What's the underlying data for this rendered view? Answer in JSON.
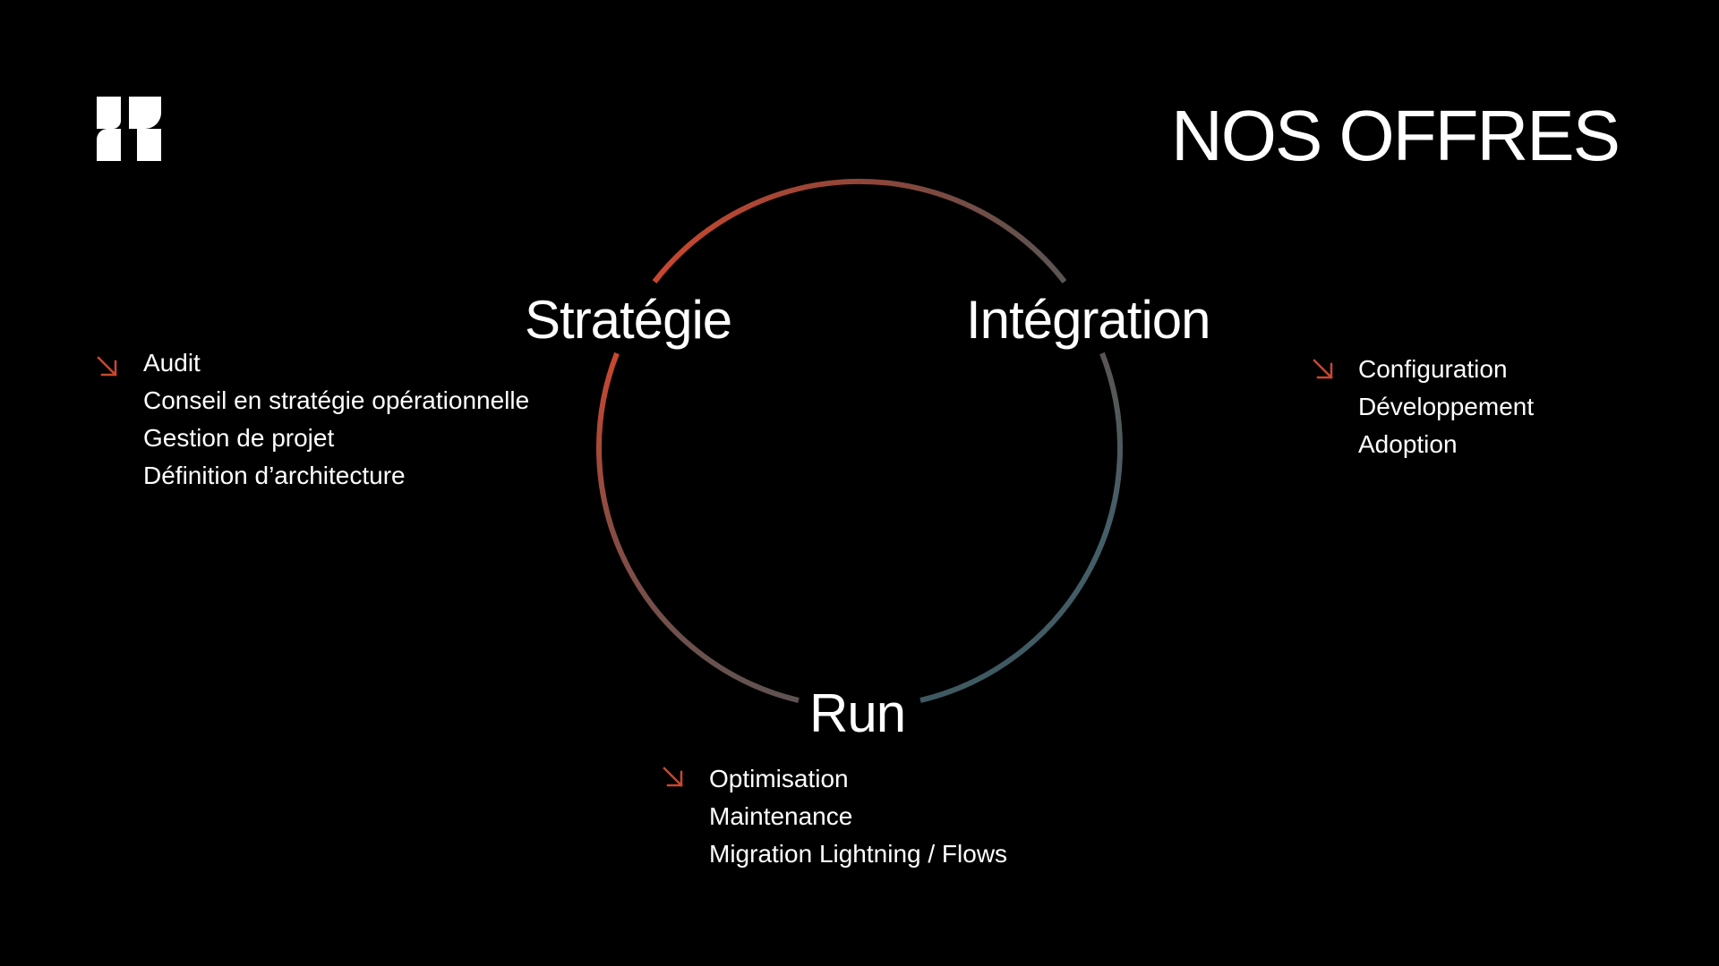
{
  "header": {
    "title": "NOS OFFRES",
    "logo_icon": "brand-logo-icon"
  },
  "colors": {
    "background": "#000000",
    "text": "#ffffff",
    "accent": "#c9472f",
    "ring_warm": "#c9472f",
    "ring_cool": "#3f5962",
    "ring_mid": "#5e5352"
  },
  "cycle": {
    "stages": [
      {
        "label": "Stratégie",
        "icon": "arrow-down-right-icon",
        "items": [
          "Audit",
          "Conseil en stratégie opérationnelle",
          "Gestion de projet",
          "Définition d’architecture"
        ]
      },
      {
        "label": "Intégration",
        "icon": "arrow-down-right-icon",
        "items": [
          "Configuration",
          "Développement",
          "Adoption"
        ]
      },
      {
        "label": "Run",
        "icon": "arrow-down-right-icon",
        "items": [
          "Optimisation",
          "Maintenance",
          "Migration Lightning / Flows"
        ]
      }
    ]
  }
}
